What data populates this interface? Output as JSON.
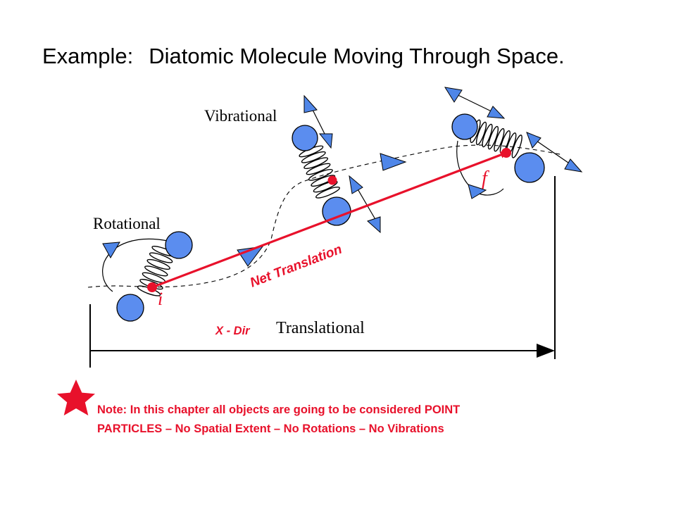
{
  "title": {
    "lead": "Example:",
    "text": "Diatomic Molecule Moving Through Space."
  },
  "labels": {
    "vibrational": "Vibrational",
    "rotational": "Rotational",
    "translational": "Translational",
    "x_dir": "X - Dir",
    "net_translation": "Net Translation",
    "initial": "i",
    "final": "f"
  },
  "note": {
    "line1": "Note: In this chapter all objects are going to be considered POINT",
    "line2": "PARTICLES – No Spatial Extent – No Rotations – No Vibrations"
  },
  "colors": {
    "atom_fill": "#5b8def",
    "arrow_fill": "#4f86e8",
    "accent_red": "#e8112b",
    "ink": "#000000"
  }
}
